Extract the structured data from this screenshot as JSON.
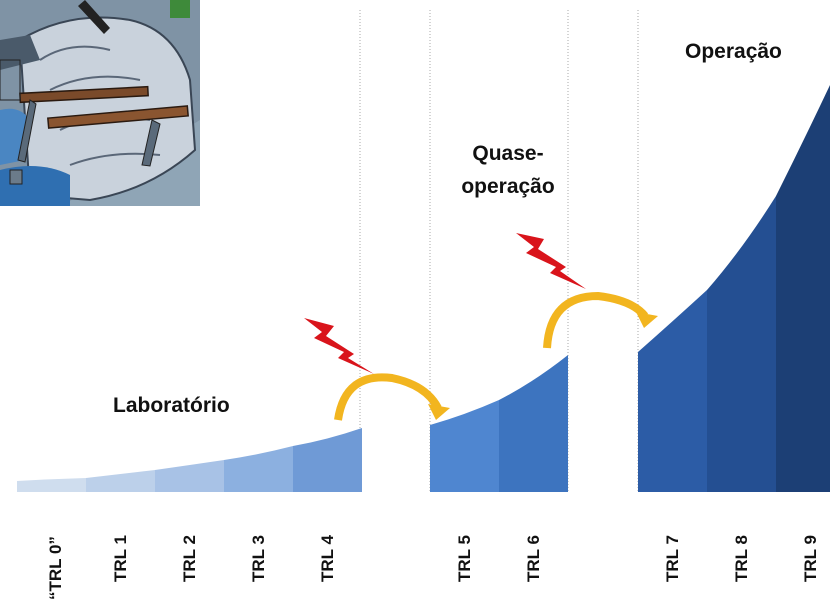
{
  "phases": {
    "lab": "Laboratório",
    "quase_line1": "Quase-",
    "quase_line2": "operação",
    "operacao": "Operação"
  },
  "trl_levels": [
    {
      "label": "“TRL 0”",
      "height_fraction": 0.02
    },
    {
      "label": "TRL 1",
      "height_fraction": 0.045
    },
    {
      "label": "TRL 2",
      "height_fraction": 0.07
    },
    {
      "label": "TRL 3",
      "height_fraction": 0.105
    },
    {
      "label": "TRL 4",
      "height_fraction": 0.16
    },
    {
      "label": "TRL 5",
      "height_fraction": 0.22
    },
    {
      "label": "TRL 6",
      "height_fraction": 0.34
    },
    {
      "label": "TRL 7",
      "height_fraction": 0.5
    },
    {
      "label": "TRL 8",
      "height_fraction": 0.72
    },
    {
      "label": "TRL 9",
      "height_fraction": 1.0
    }
  ],
  "colors": {
    "trl0": "#cfddee",
    "trl1": "#bcd0ea",
    "trl2": "#a8c2e6",
    "trl3": "#8cb0e0",
    "trl4": "#6f9ad6",
    "trl5": "#4f86d0",
    "trl6": "#3d74bf",
    "trl7": "#2c5ca6",
    "trl8": "#244f92",
    "trl9": "#1c3f75",
    "arrow": "#f2b51f",
    "lightning": "#d9141b"
  },
  "icons": {
    "lightning_1": "lightning-icon",
    "lightning_2": "lightning-icon",
    "arrow_1": "curved-arrow-icon",
    "arrow_2": "curved-arrow-icon",
    "cartoon": "cartoon-bridge-image"
  }
}
